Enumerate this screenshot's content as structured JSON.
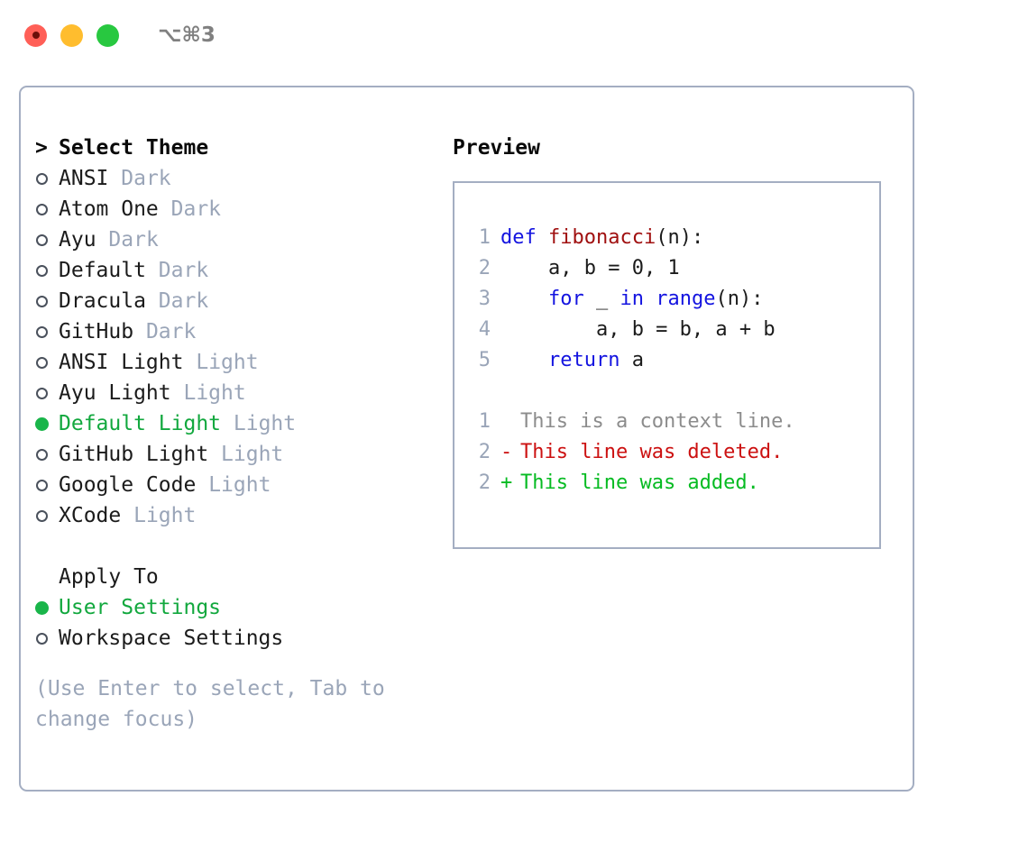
{
  "window": {
    "traffic_lights": [
      {
        "name": "close",
        "color": "#ff5f57"
      },
      {
        "name": "minimize",
        "color": "#ffbd2e"
      },
      {
        "name": "maximize",
        "color": "#28c840"
      }
    ],
    "shortcut": "⌥⌘3"
  },
  "theme_picker": {
    "heading_marker": ">",
    "heading": "Select Theme",
    "items": [
      {
        "marker": "o",
        "selected": false,
        "name": "ANSI",
        "category": "Dark"
      },
      {
        "marker": "o",
        "selected": false,
        "name": "Atom One",
        "category": "Dark"
      },
      {
        "marker": "o",
        "selected": false,
        "name": "Ayu",
        "category": "Dark"
      },
      {
        "marker": "o",
        "selected": false,
        "name": "Default",
        "category": "Dark"
      },
      {
        "marker": "o",
        "selected": false,
        "name": "Dracula",
        "category": "Dark"
      },
      {
        "marker": "o",
        "selected": false,
        "name": "GitHub",
        "category": "Dark"
      },
      {
        "marker": "o",
        "selected": false,
        "name": "ANSI Light",
        "category": "Light"
      },
      {
        "marker": "o",
        "selected": false,
        "name": "Ayu Light",
        "category": "Light"
      },
      {
        "marker": "●",
        "selected": true,
        "name": "Default Light",
        "category": "Light"
      },
      {
        "marker": "o",
        "selected": false,
        "name": "GitHub Light",
        "category": "Light"
      },
      {
        "marker": "o",
        "selected": false,
        "name": "Google Code",
        "category": "Light"
      },
      {
        "marker": "o",
        "selected": false,
        "name": "XCode",
        "category": "Light"
      }
    ]
  },
  "apply_to": {
    "heading": "Apply To",
    "options": [
      {
        "marker": "●",
        "selected": true,
        "label": "User Settings"
      },
      {
        "marker": "o",
        "selected": false,
        "label": "Workspace Settings"
      }
    ]
  },
  "hint": "(Use Enter to select, Tab to change focus)",
  "preview": {
    "title": "Preview",
    "code_lines": [
      {
        "lineno": "1",
        "tokens": [
          {
            "t": "def",
            "c": "kw"
          },
          {
            "t": " ",
            "c": "pl"
          },
          {
            "t": "fibonacci",
            "c": "fn"
          },
          {
            "t": "(n):",
            "c": "pl"
          }
        ]
      },
      {
        "lineno": "2",
        "tokens": [
          {
            "t": "    a, b = 0, 1",
            "c": "pl"
          }
        ]
      },
      {
        "lineno": "3",
        "tokens": [
          {
            "t": "    ",
            "c": "pl"
          },
          {
            "t": "for",
            "c": "kw"
          },
          {
            "t": " _ ",
            "c": "pl"
          },
          {
            "t": "in",
            "c": "kw"
          },
          {
            "t": " ",
            "c": "pl"
          },
          {
            "t": "range",
            "c": "kw"
          },
          {
            "t": "(n):",
            "c": "pl"
          }
        ]
      },
      {
        "lineno": "4",
        "tokens": [
          {
            "t": "        a, b = b, a + b",
            "c": "pl"
          }
        ]
      },
      {
        "lineno": "5",
        "tokens": [
          {
            "t": "    ",
            "c": "pl"
          },
          {
            "t": "return",
            "c": "kw"
          },
          {
            "t": " a",
            "c": "pl"
          }
        ]
      }
    ],
    "diff_lines": [
      {
        "lineno": "1",
        "mark": " ",
        "text": "This is a context line.",
        "kind": "ctx"
      },
      {
        "lineno": "2",
        "mark": "-",
        "text": "This line was deleted.",
        "kind": "del"
      },
      {
        "lineno": "2",
        "mark": "+",
        "text": "This line was added.",
        "kind": "add"
      }
    ]
  },
  "colors": {
    "accent_green": "#19b54a",
    "selected_text": "#12a83e",
    "category_gray": "#9aa5b8",
    "border": "#a4aec2",
    "keyword_blue": "#1414e0",
    "function_red": "#a01010",
    "diff_deleted": "#cc1111",
    "diff_added": "#06bb22",
    "context_gray": "#8c8c8c"
  }
}
